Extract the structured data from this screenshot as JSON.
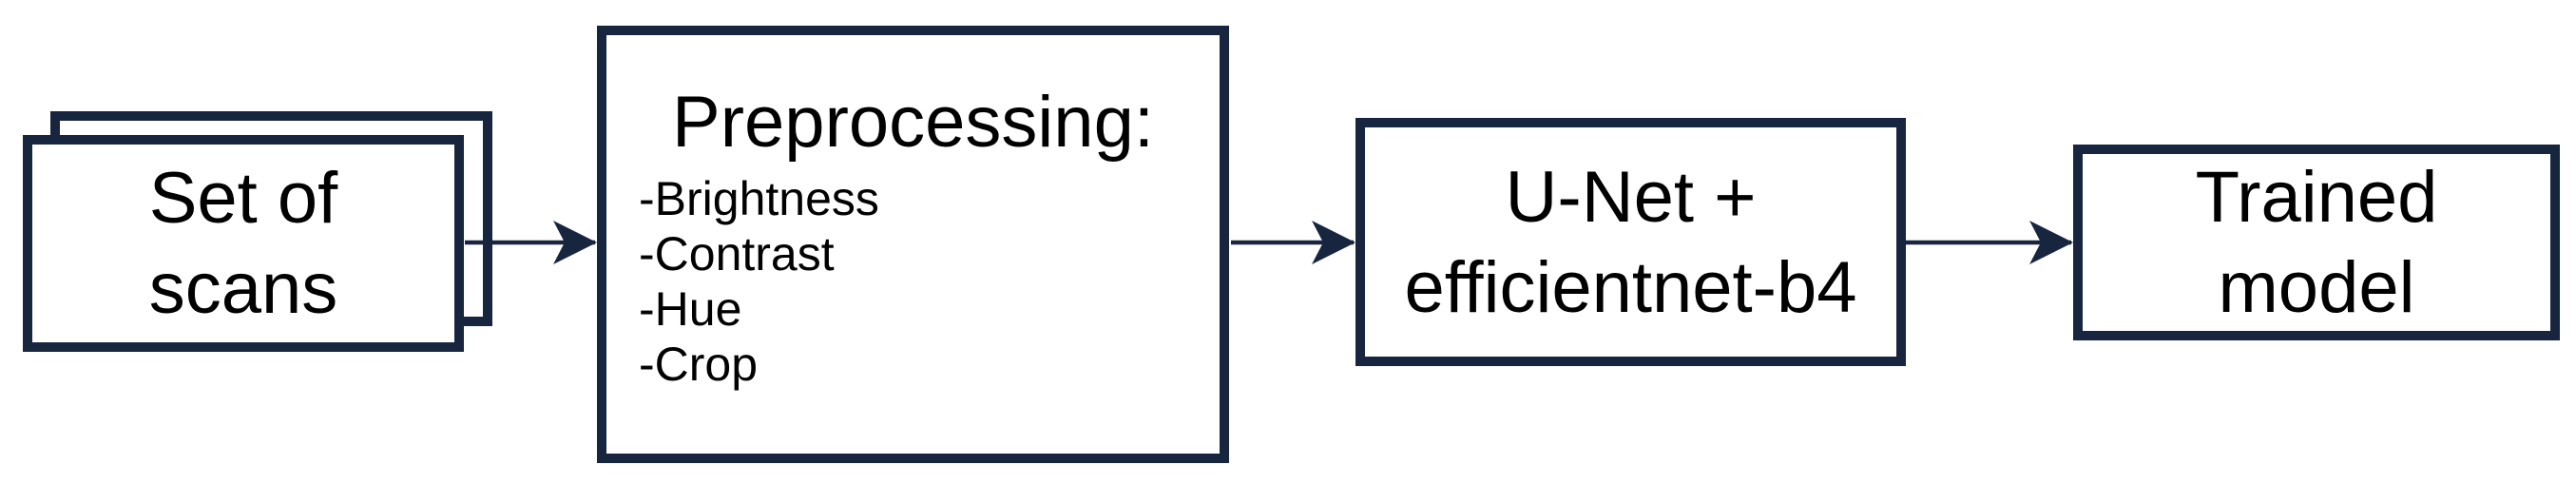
{
  "diagram": {
    "colors": {
      "stroke": "#18253F",
      "text": "#000000",
      "background": "#FFFFFF"
    },
    "nodes": {
      "scans": {
        "lines": [
          "Set of",
          "scans"
        ]
      },
      "preprocessing": {
        "title": "Preprocessing:",
        "items": [
          "-Brightness",
          "-Contrast",
          "-Hue",
          "-Crop"
        ]
      },
      "unet": {
        "lines": [
          "U-Net +",
          "efficientnet-b4"
        ]
      },
      "trained": {
        "lines": [
          "Trained",
          "model"
        ]
      }
    }
  }
}
